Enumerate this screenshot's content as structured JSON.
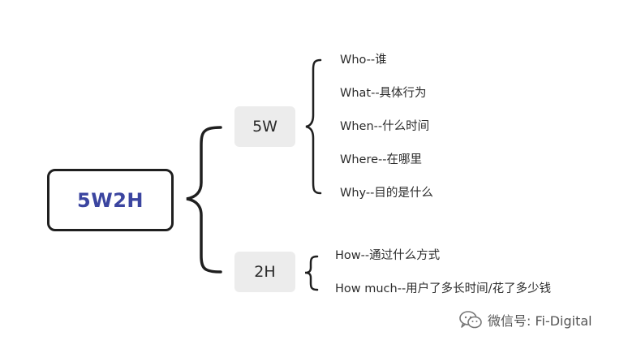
{
  "root": {
    "label": "5W2H"
  },
  "branches": [
    {
      "label": "5W",
      "leaves": [
        "Who--谁",
        "What--具体行为",
        "When--什么时间",
        "Where--在哪里",
        "Why--目的是什么"
      ]
    },
    {
      "label": "2H",
      "leaves": [
        "How--通过什么方式",
        "How much--用户了多长时间/花了多少钱"
      ]
    }
  ],
  "watermark": {
    "text": "微信号: Fi-Digital",
    "icon": "wechat-icon"
  },
  "colors": {
    "root_text": "#3b45a0",
    "node_fill": "#ececec",
    "line": "#1f1f1f"
  }
}
